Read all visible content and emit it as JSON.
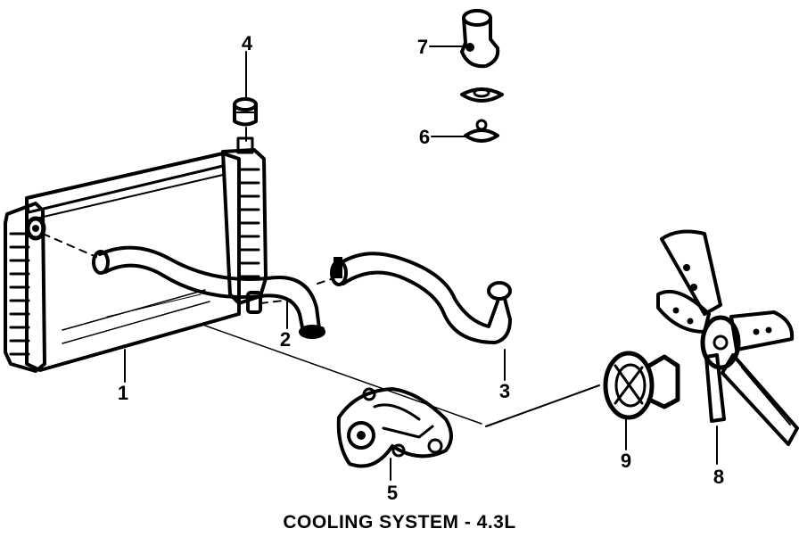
{
  "caption": "COOLING SYSTEM - 4.3L",
  "callouts": {
    "radiator": "1",
    "upper_hose": "2",
    "lower_hose": "3",
    "radiator_cap": "4",
    "water_pump": "5",
    "thermostat": "6",
    "water_outlet": "7",
    "fan_blade": "8",
    "fan_clutch": "9"
  },
  "colors": {
    "ink": "#000000",
    "paper": "#ffffff"
  }
}
